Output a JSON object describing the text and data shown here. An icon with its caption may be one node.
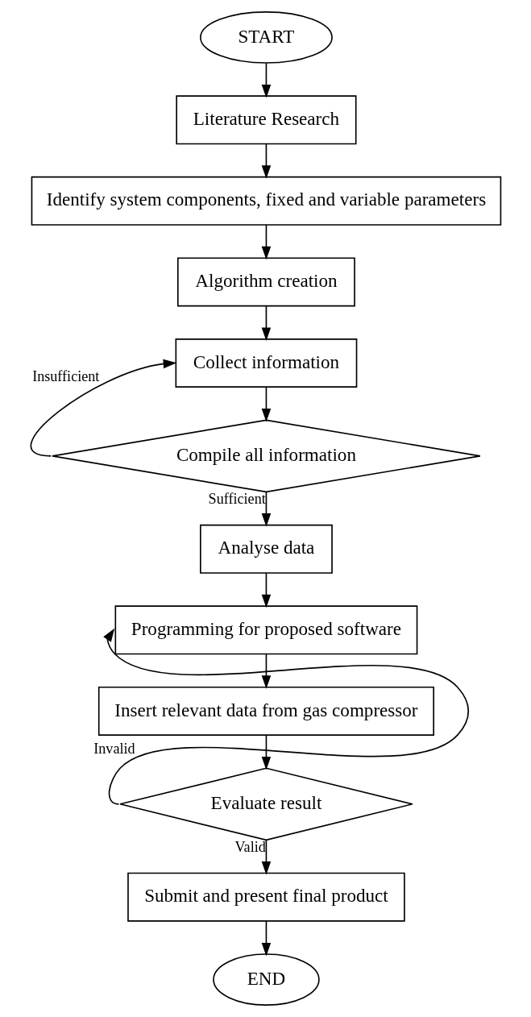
{
  "diagram": {
    "nodes": [
      {
        "text": [
          "START"
        ]
      },
      {
        "text": [
          "Literature Research"
        ]
      },
      {
        "text": [
          "Identify system components, fixed and variable parameters"
        ]
      },
      {
        "text": [
          "Algorithm creation"
        ]
      },
      {
        "text": [
          "Collect information"
        ]
      },
      {
        "text": [
          "Compile all information"
        ]
      },
      {
        "text": [
          "Analyse data"
        ]
      },
      {
        "text": [
          "Programming for proposed software"
        ]
      },
      {
        "text": [
          "Insert relevant data from gas compressor"
        ]
      },
      {
        "text": [
          "Evaluate result"
        ]
      },
      {
        "text": [
          "Submit and present final product"
        ]
      },
      {
        "text": [
          "END"
        ]
      }
    ],
    "edges": [
      {
        "from": 0,
        "to": 1,
        "arrow": "to"
      },
      {
        "from": 1,
        "to": 2,
        "arrow": "to"
      },
      {
        "from": 2,
        "to": 3,
        "arrow": "to"
      },
      {
        "from": 3,
        "to": 4,
        "arrow": "to"
      },
      {
        "from": 4,
        "to": 5,
        "arrow": "to"
      },
      {
        "from": 5,
        "to": 4,
        "arrow": "to",
        "label": "Insufficient"
      },
      {
        "from": 5,
        "to": 6,
        "arrow": "to",
        "label": "Sufficient"
      },
      {
        "from": 6,
        "to": 7,
        "arrow": "to"
      },
      {
        "from": 7,
        "to": 8,
        "arrow": "to"
      },
      {
        "from": 8,
        "to": 9,
        "arrow": "to"
      },
      {
        "from": 9,
        "to": 7,
        "arrow": "to",
        "label": "Invalid"
      },
      {
        "from": 9,
        "to": 10,
        "arrow": "to",
        "label": "Valid"
      },
      {
        "from": 10,
        "to": 11,
        "arrow": "to"
      }
    ]
  }
}
